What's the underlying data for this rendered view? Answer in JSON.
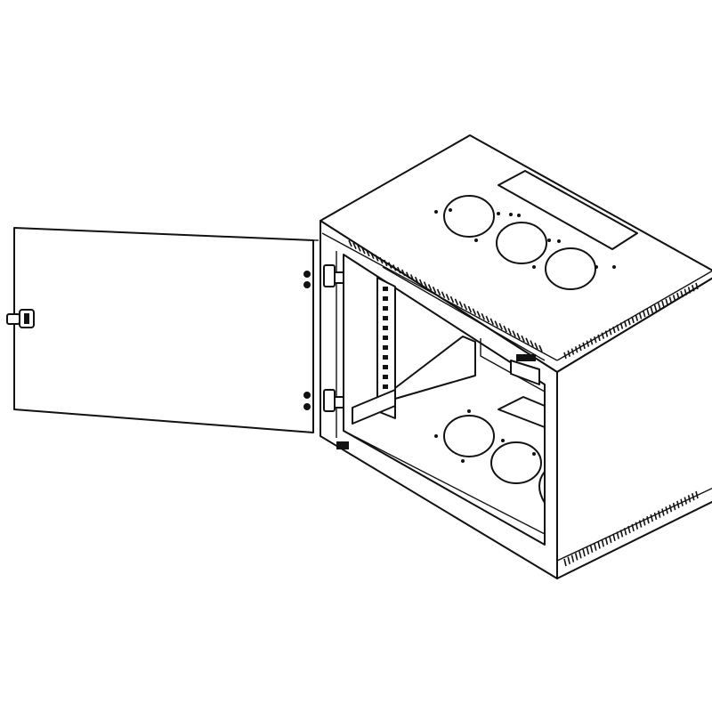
{
  "diagram": {
    "subject": "wall-mount-network-cabinet",
    "door_state": "open",
    "colors": {
      "stroke": "#111111",
      "background": "#ffffff"
    },
    "top_cable_entries": 3,
    "bottom_cable_entries": 3
  }
}
